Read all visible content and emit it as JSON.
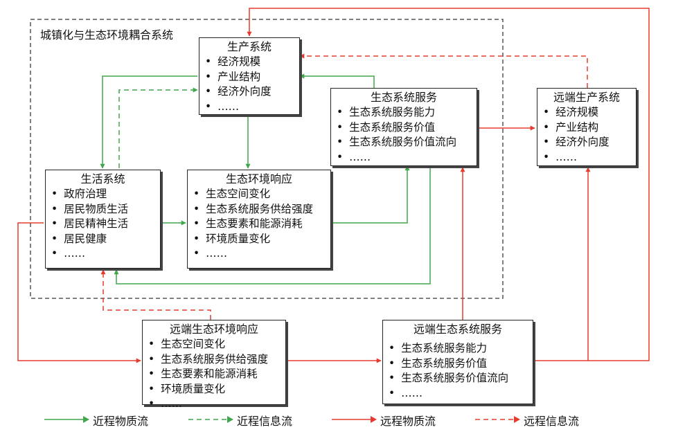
{
  "group": {
    "label": "城镇化与生态环境耦合系统"
  },
  "boxes": {
    "production": {
      "title": "生产系统",
      "items": [
        "经济规模",
        "产业结构",
        "经济外向度",
        "……"
      ]
    },
    "ecoservice": {
      "title": "生态系统服务",
      "items": [
        "生态系统服务能力",
        "生态系统服务价值",
        "生态系统服务价值流向",
        "……"
      ]
    },
    "remote_production": {
      "title": "远端生产系统",
      "items": [
        "经济规模",
        "产业结构",
        "经济外向度",
        "……"
      ]
    },
    "living": {
      "title": "生活系统",
      "items": [
        "政府治理",
        "居民物质生活",
        "居民精神生活",
        "居民健康",
        "……"
      ]
    },
    "eco_response": {
      "title": "生态环境响应",
      "items": [
        "生态空间变化",
        "生态系统服务供给强度",
        "生态要素和能源消耗",
        "环境质量变化",
        "……"
      ]
    },
    "remote_eco_response": {
      "title": "远端生态环境响应",
      "items": [
        "生态空间变化",
        "生态系统服务供给强度",
        "生态要素和能源消耗",
        "环境质量变化",
        "……"
      ]
    },
    "remote_ecoservice": {
      "title": "远端生态系统服务",
      "items": [
        "生态系统服务能力",
        "生态系统服务价值",
        "生态系统服务价值流向",
        "……"
      ]
    }
  },
  "legend": {
    "near_material": "近程物质流",
    "near_info": "近程信息流",
    "far_material": "远程物质流",
    "far_info": "远程信息流"
  },
  "colors": {
    "green": "#3fa64a",
    "red": "#e63b2e",
    "border": "#222222",
    "dashed_group": "#555555"
  }
}
